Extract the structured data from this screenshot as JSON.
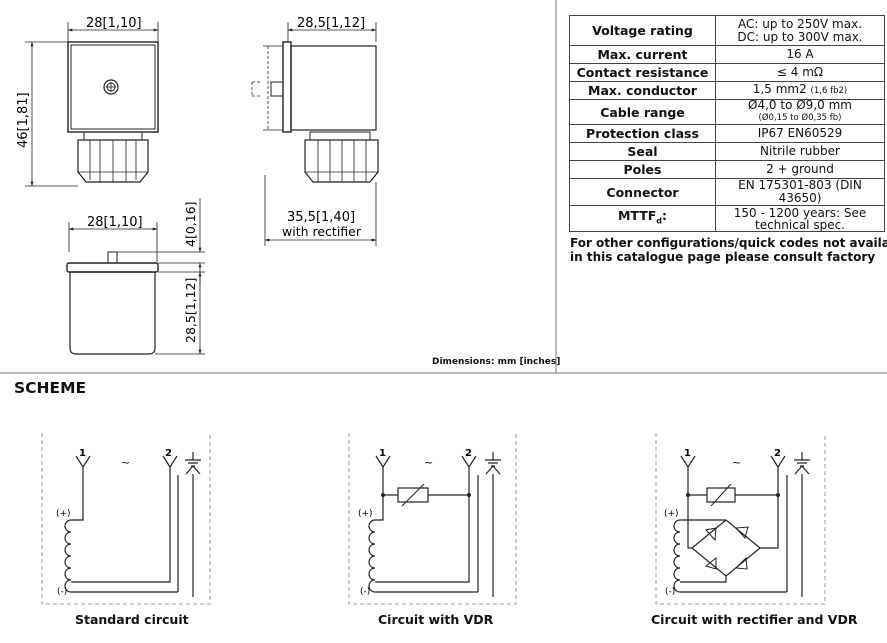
{
  "specs": [
    {
      "label": "Voltage rating",
      "value": "AC: up to 250V max.",
      "value2": "DC: up to 300V max."
    },
    {
      "label": "Max. current",
      "value": "16 A"
    },
    {
      "label": "Contact resistance",
      "value": "≤ 4 mΩ"
    },
    {
      "label": "Max. conductor",
      "value": "1,5 mm2",
      "value_small": "(1,6 fb2)"
    },
    {
      "label": "Cable range",
      "value": "Ø4,0 to Ø9,0 mm",
      "value2": "(Ø0,15 to Ø0,35 fb)"
    },
    {
      "label": "Protection class",
      "value": "IP67 EN60529"
    },
    {
      "label": "Seal",
      "value": "Nitrile rubber"
    },
    {
      "label": "Poles",
      "value": "2 + ground"
    },
    {
      "label": "Connector",
      "value": "EN 175301-803 (DIN 43650)"
    },
    {
      "label": "MTTF",
      "label_sub": "d",
      "label_suffix": ":",
      "value": "150 - 1200 years: See",
      "value2": "technical spec."
    }
  ],
  "note": {
    "line1": "For other configurations/quick codes not availabl",
    "line2": "in this catalogue page please consult factory"
  },
  "dims_caption": "Dimensions: mm [inches]",
  "drawing": {
    "dim_top_width": "28[1,10]",
    "dim_height": "46[1,81]",
    "dim_side_width": "28,5[1,12]",
    "dim_bottom_width": "28[1,10]",
    "dim_pin": "4[0,16]",
    "dim_body_height": "28,5[1,12]",
    "dim_rectifier": "35,5[1,40]",
    "dim_rectifier_note": "with rectifier"
  },
  "scheme": {
    "title": "SCHEME",
    "pin1": "1",
    "pin2": "2",
    "ac": "~",
    "plus": "(+)",
    "minus": "(-)",
    "circuits": [
      {
        "label": "Standard circuit"
      },
      {
        "label": "Circuit with VDR"
      },
      {
        "label": "Circuit with rectifier and VDR"
      }
    ]
  },
  "colors": {
    "line": "#222222",
    "gray": "#999999",
    "dark": "#111111"
  }
}
